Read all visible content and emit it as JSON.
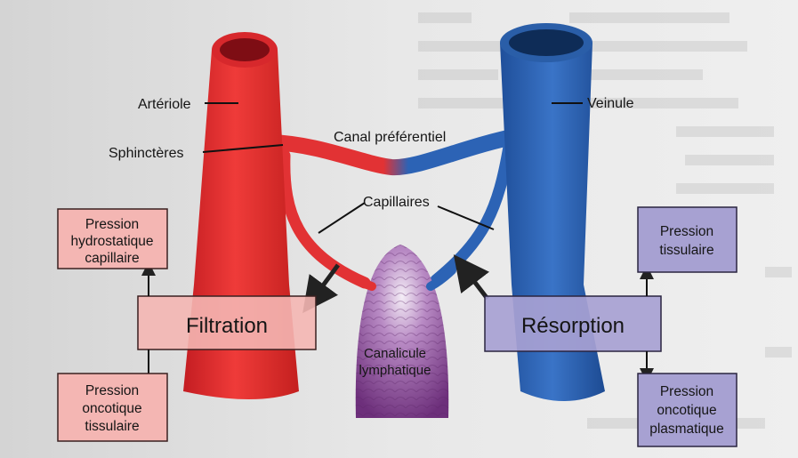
{
  "labels": {
    "arteriole": "Artériole",
    "sphincters": "Sphinctères",
    "veinule": "Veinule",
    "canal": "Canal préférentiel",
    "capillaires": "Capillaires",
    "canalicule_line1": "Canalicule",
    "canalicule_line2": "lymphatique"
  },
  "boxes": {
    "pression_hydro": [
      "Pression",
      "hydrostatique",
      "capillaire"
    ],
    "pression_onco_tiss": [
      "Pression",
      "oncotique",
      "tissulaire"
    ],
    "pression_tiss": [
      "Pression",
      "tissulaire"
    ],
    "pression_onco_plasm": [
      "Pression",
      "oncotique",
      "plasmatique"
    ],
    "filtration": "Filtration",
    "resorption": "Résorption"
  },
  "colors": {
    "arterial_red": "#e23234",
    "venous_blue": "#2c63b5",
    "lymphatic_purple": "#7a3c87",
    "filtration_box": "#f4b6b3",
    "resorption_box": "#a7a1d2"
  }
}
